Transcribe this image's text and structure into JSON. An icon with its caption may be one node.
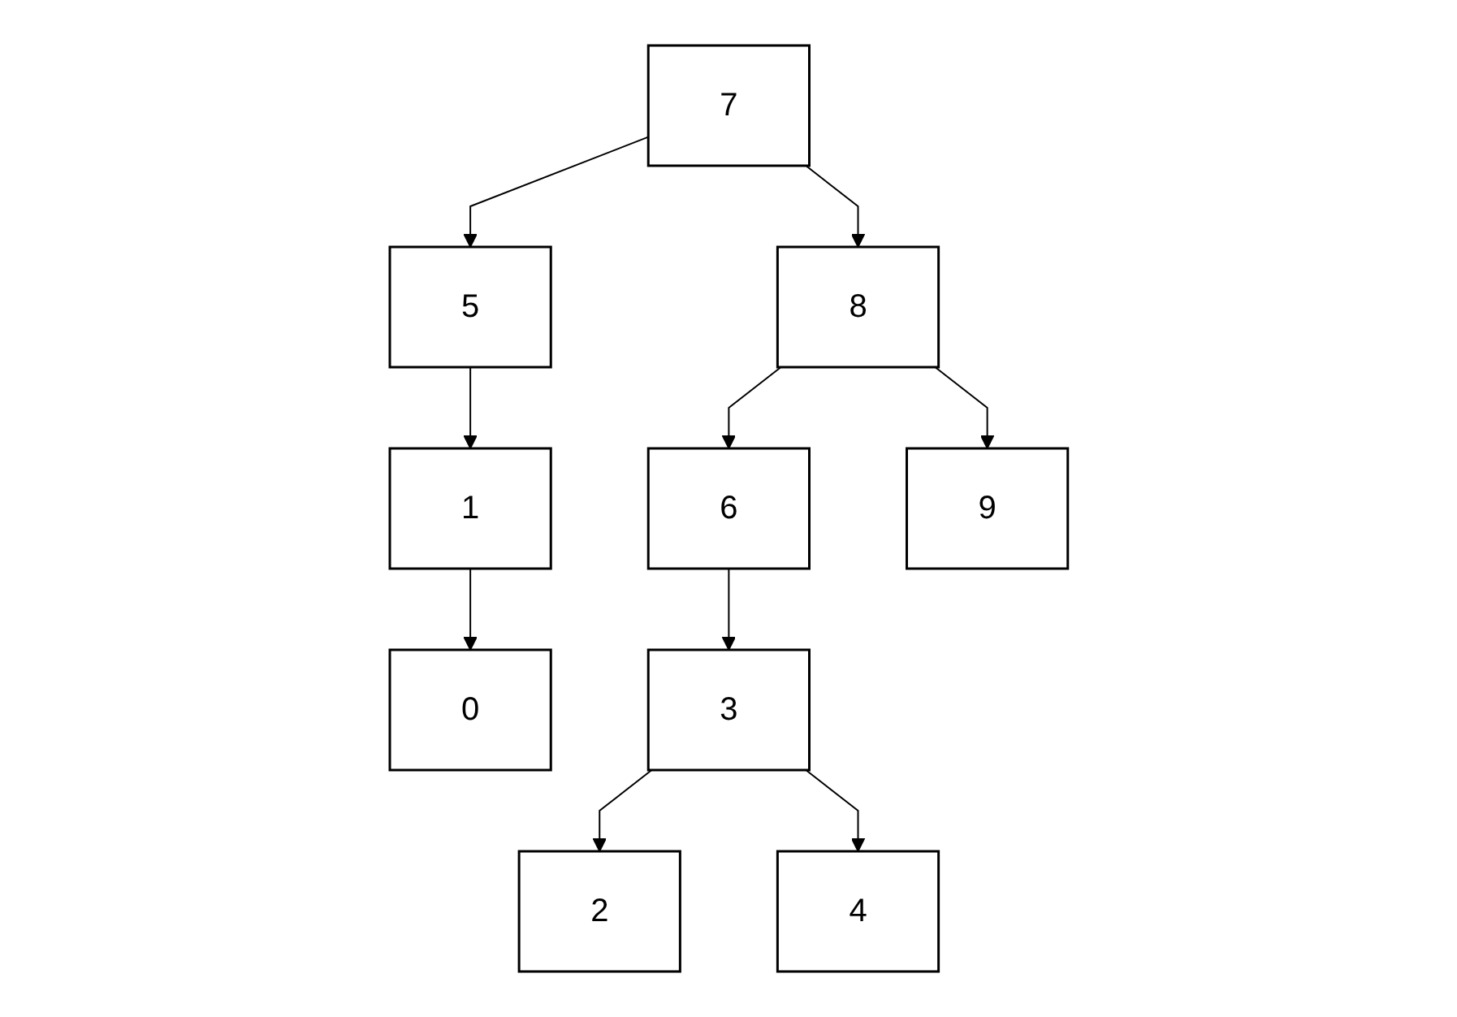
{
  "diagram": {
    "nodes": [
      {
        "text": [
          "7"
        ]
      },
      {
        "text": [
          "5"
        ]
      },
      {
        "text": [
          "8"
        ]
      },
      {
        "text": [
          "1"
        ]
      },
      {
        "text": [
          "6"
        ]
      },
      {
        "text": [
          "9"
        ]
      },
      {
        "text": [
          "0"
        ]
      },
      {
        "text": [
          "3"
        ]
      },
      {
        "text": [
          "2"
        ]
      },
      {
        "text": [
          "4"
        ]
      }
    ],
    "edges": [
      {
        "from": 0,
        "to": 1,
        "arrow": "to"
      },
      {
        "from": 0,
        "to": 2,
        "arrow": "to"
      },
      {
        "from": 1,
        "to": 3,
        "arrow": "to"
      },
      {
        "from": 2,
        "to": 4,
        "arrow": "to"
      },
      {
        "from": 2,
        "to": 5,
        "arrow": "to"
      },
      {
        "from": 3,
        "to": 6,
        "arrow": "to"
      },
      {
        "from": 4,
        "to": 7,
        "arrow": "to"
      },
      {
        "from": 7,
        "to": 8,
        "arrow": "to"
      },
      {
        "from": 7,
        "to": 9,
        "arrow": "to"
      }
    ]
  }
}
